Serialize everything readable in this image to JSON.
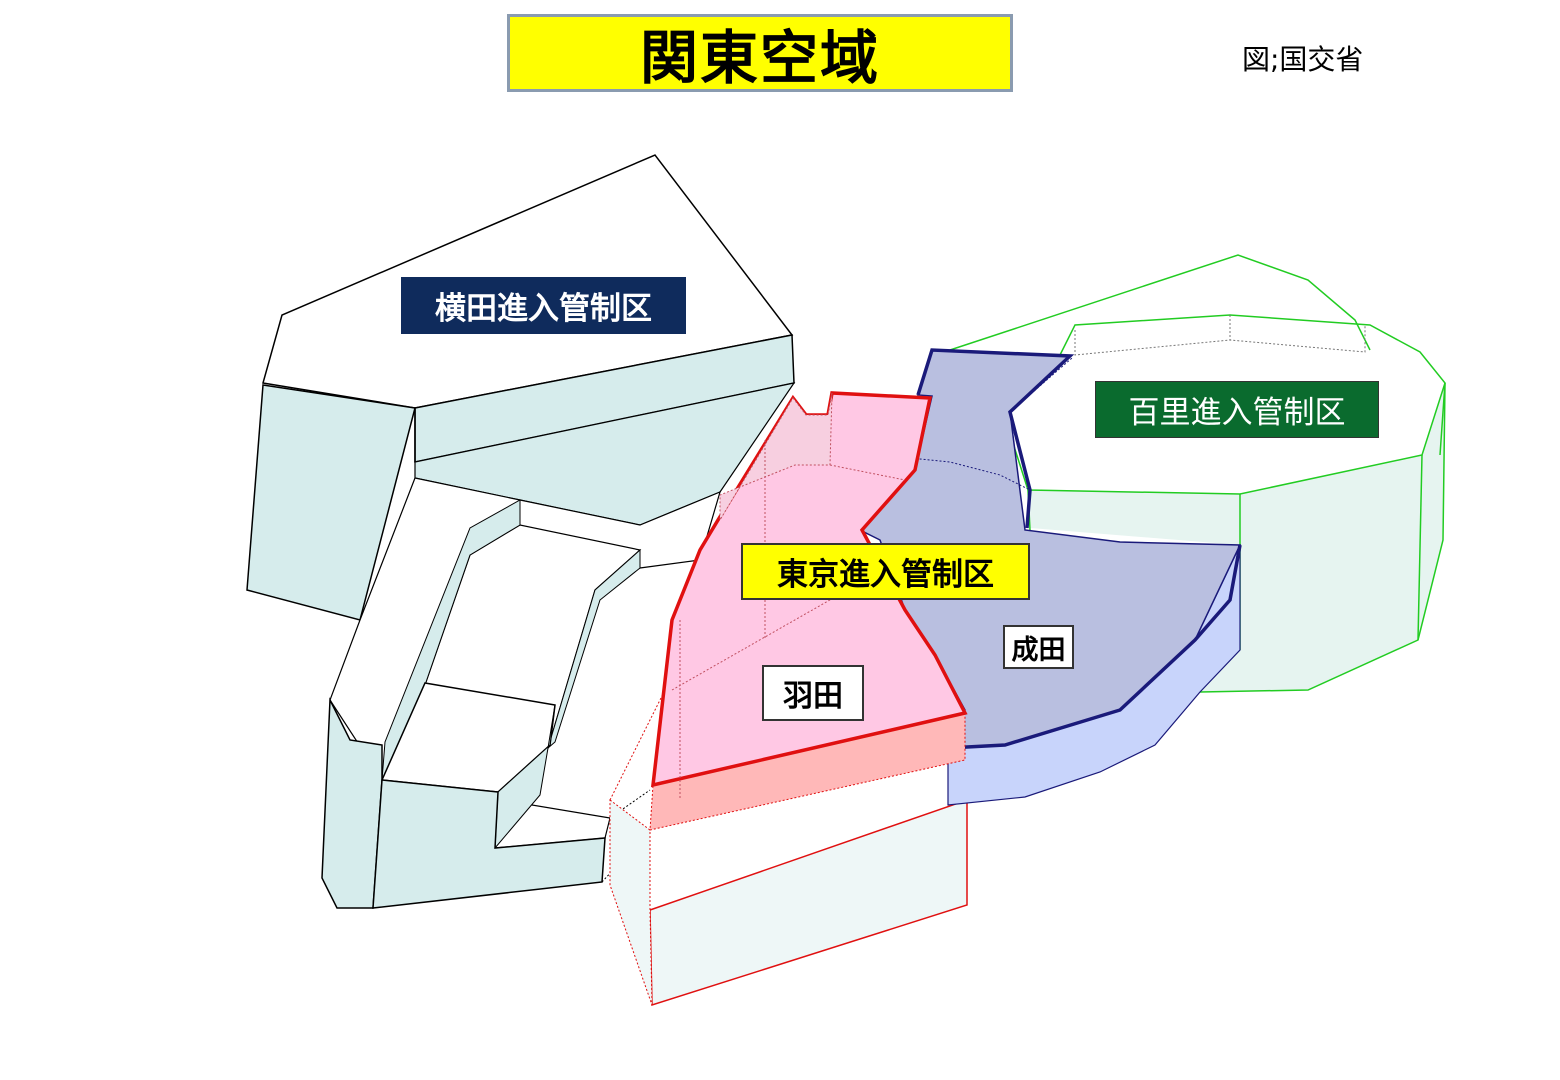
{
  "title": "関東空域",
  "source": "図;国交省",
  "labels": {
    "yokota": "横田進入管制区",
    "hyakuri": "百里進入管制区",
    "tokyo": "東京進入管制区",
    "narita": "成田",
    "haneda": "羽田"
  },
  "colors": {
    "title_bg": "#ffff00",
    "yokota_label_bg": "#0f2b5c",
    "hyakuri_label_bg": "#0a6b2e",
    "tokyo_label_bg": "#ffff00",
    "yokota_side": "#d6ecec",
    "haneda_fill": "#ffc8e4",
    "haneda_border": "#e01010",
    "narita_fill": "#b9bfe0",
    "narita_border": "#1a1a7a",
    "hyakuri_border": "#22cc22",
    "hyakuri_side": "#e6f4f0"
  }
}
